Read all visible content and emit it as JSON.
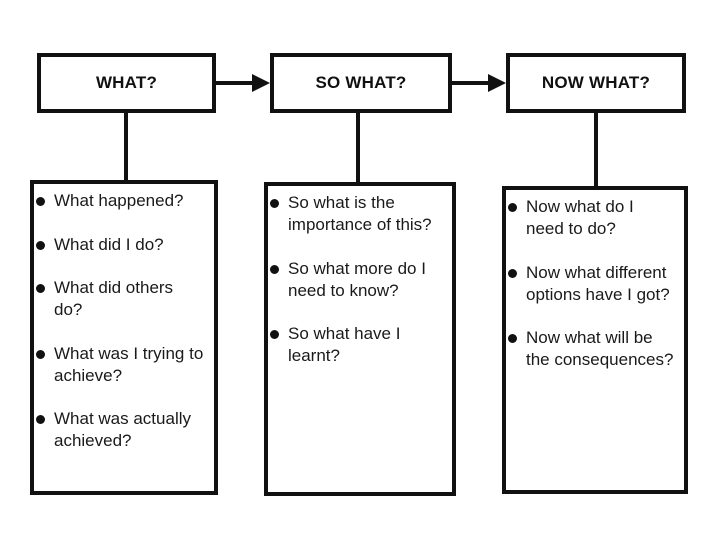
{
  "diagram": {
    "columns": [
      {
        "header": "WHAT?",
        "items": [
          "What happened?",
          "What did I do?",
          "What did others do?",
          "What was I trying to achieve?",
          "What was actually achieved?"
        ]
      },
      {
        "header": "SO WHAT?",
        "items": [
          "So what is the importance of this?",
          "So what more do I need to know?",
          "So what have I learnt?"
        ]
      },
      {
        "header": "NOW WHAT?",
        "items": [
          "Now what do I need to do?",
          "Now what different options have I got?",
          "Now what will be the consequences?"
        ]
      }
    ]
  }
}
